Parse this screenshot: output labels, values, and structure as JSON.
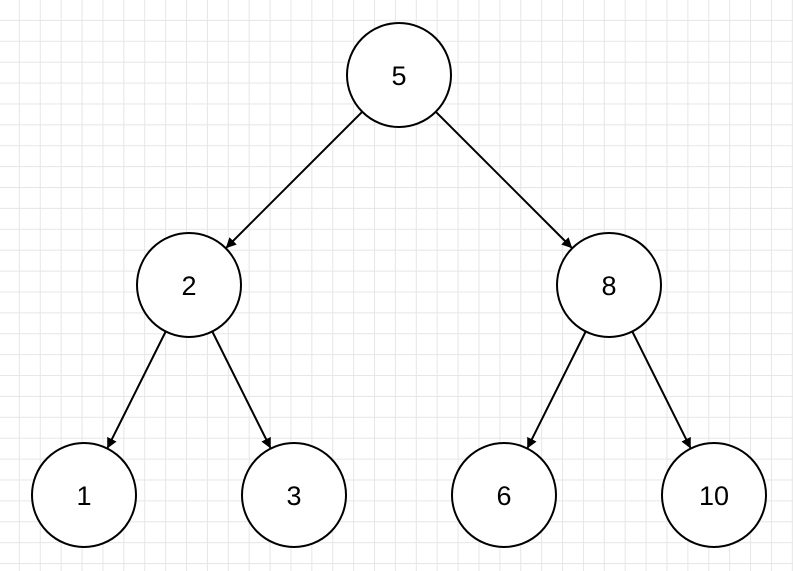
{
  "diagram": {
    "type": "binary-search-tree",
    "nodes": [
      {
        "id": "n5",
        "label": "5"
      },
      {
        "id": "n2",
        "label": "2"
      },
      {
        "id": "n8",
        "label": "8"
      },
      {
        "id": "n1",
        "label": "1"
      },
      {
        "id": "n3",
        "label": "3"
      },
      {
        "id": "n6",
        "label": "6"
      },
      {
        "id": "n10",
        "label": "10"
      }
    ],
    "edges": [
      {
        "from": "n5",
        "to": "n2"
      },
      {
        "from": "n5",
        "to": "n8"
      },
      {
        "from": "n2",
        "to": "n1"
      },
      {
        "from": "n2",
        "to": "n3"
      },
      {
        "from": "n8",
        "to": "n6"
      },
      {
        "from": "n8",
        "to": "n10"
      }
    ],
    "colors": {
      "background": "#ffffff",
      "grid": "#e6e6e6",
      "stroke": "#000000",
      "node_fill": "#ffffff",
      "text": "#000000"
    }
  }
}
